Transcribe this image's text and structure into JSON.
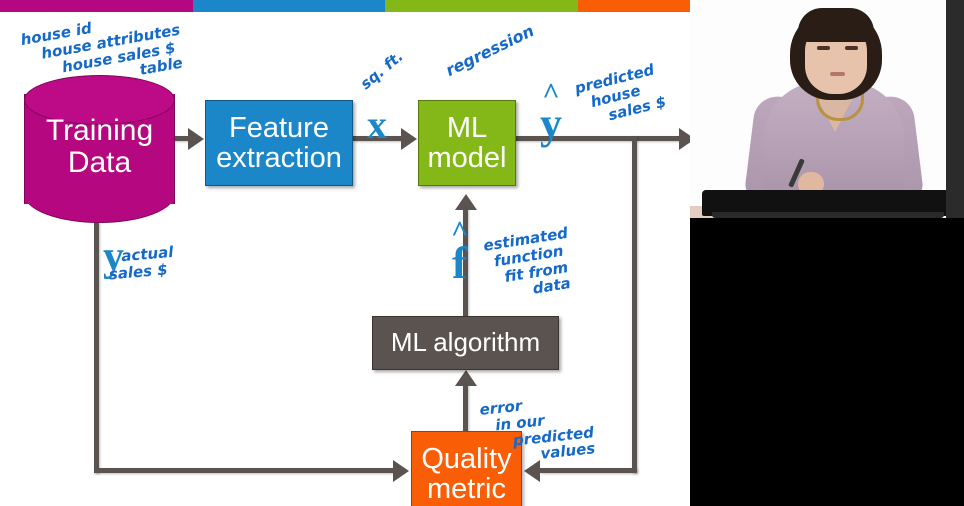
{
  "topbar": {
    "segments": [
      {
        "name": "magenta",
        "color": "#b5077f",
        "width": 193
      },
      {
        "name": "blue",
        "color": "#1b87c9",
        "width": 192
      },
      {
        "name": "green",
        "color": "#84b818",
        "width": 193
      },
      {
        "name": "orange",
        "color": "#f95e06",
        "width": 190
      },
      {
        "name": "gray",
        "color": "#5b5350",
        "width": 196
      }
    ]
  },
  "diagram": {
    "training_data": {
      "line1": "Training",
      "line2": "Data",
      "color": "#b5077f"
    },
    "feature_extraction": {
      "line1": "Feature",
      "line2": "extraction",
      "color": "#1b87c9"
    },
    "ml_model": {
      "line1": "ML",
      "line2": "model",
      "color": "#84b818"
    },
    "ml_algorithm": {
      "line1": "ML algorithm",
      "color": "#5b5350"
    },
    "quality_metric": {
      "line1": "Quality",
      "line2": "metric",
      "color": "#f95e06"
    },
    "symbols": {
      "x": "x",
      "y_hat_hat": "^",
      "y_hat": "y",
      "f_hat_hat": "^",
      "f_hat": "f",
      "y": "y"
    },
    "annotations": {
      "table": {
        "l1": "house id",
        "l2": "house attributes",
        "l3": "house sales $",
        "l4": "table"
      },
      "sqft": "sq. ft.",
      "regression": "regression",
      "predicted": {
        "l1": "predicted",
        "l2": "house",
        "l3": "sales $"
      },
      "actual": {
        "l1": "actual",
        "l2": "sales $"
      },
      "estimated_function": {
        "l1": "estimated",
        "l2": "function",
        "l3": "fit from",
        "l4": "data"
      },
      "error": {
        "l1": "error",
        "l2": "in our",
        "l3": "predicted",
        "l4": "values"
      }
    },
    "arrow_color": "#5b5350",
    "handwriting_color": "#1569c7"
  },
  "video": {
    "name": "instructor-video-panel"
  }
}
